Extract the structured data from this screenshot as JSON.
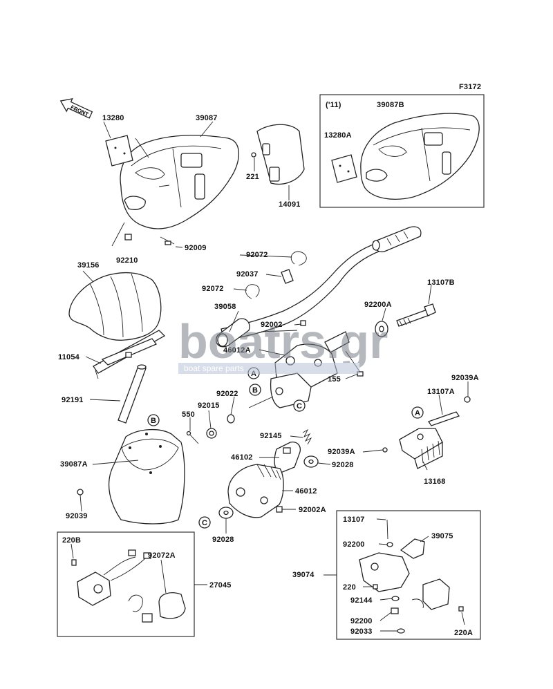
{
  "figure_code": "F3172",
  "front_label": "FRONT",
  "watermark": {
    "logo": "boatrs.gr",
    "tagline": "boat spare parts"
  },
  "inset_2011": {
    "year_label": "('11)"
  },
  "parts": {
    "p13280": "13280",
    "p39087": "39087",
    "p221": "221",
    "p14091": "14091",
    "p92009": "92009",
    "p92210": "92210",
    "p39087B": "39087B",
    "p13280A": "13280A",
    "p39156": "39156",
    "p92072a": "92072",
    "p92037": "92037",
    "p92072b": "92072",
    "p13107B": "13107B",
    "p39058": "39058",
    "p92200A": "92200A",
    "p92002": "92002",
    "p11054": "11054",
    "p46012A": "46012A",
    "p155": "155",
    "p92022": "92022",
    "p92015": "92015",
    "p92191": "92191",
    "p92039A_top": "92039A",
    "p13107A": "13107A",
    "p550": "550",
    "p92145": "92145",
    "p92039A_mid": "92039A",
    "p39087A": "39087A",
    "p46102": "46102",
    "p92028a": "92028",
    "p13168": "13168",
    "p46012": "46012",
    "p92039": "92039",
    "p92002A": "92002A",
    "p92028b": "92028",
    "p220B": "220B",
    "p92072A": "92072A",
    "p27045": "27045",
    "p13107": "13107",
    "p39075": "39075",
    "p92200a": "92200",
    "p39074": "39074",
    "p220": "220",
    "p92144": "92144",
    "p92200b": "92200",
    "p92033": "92033",
    "p220A": "220A"
  },
  "callouts": {
    "A": "A",
    "B": "B",
    "C": "C"
  }
}
